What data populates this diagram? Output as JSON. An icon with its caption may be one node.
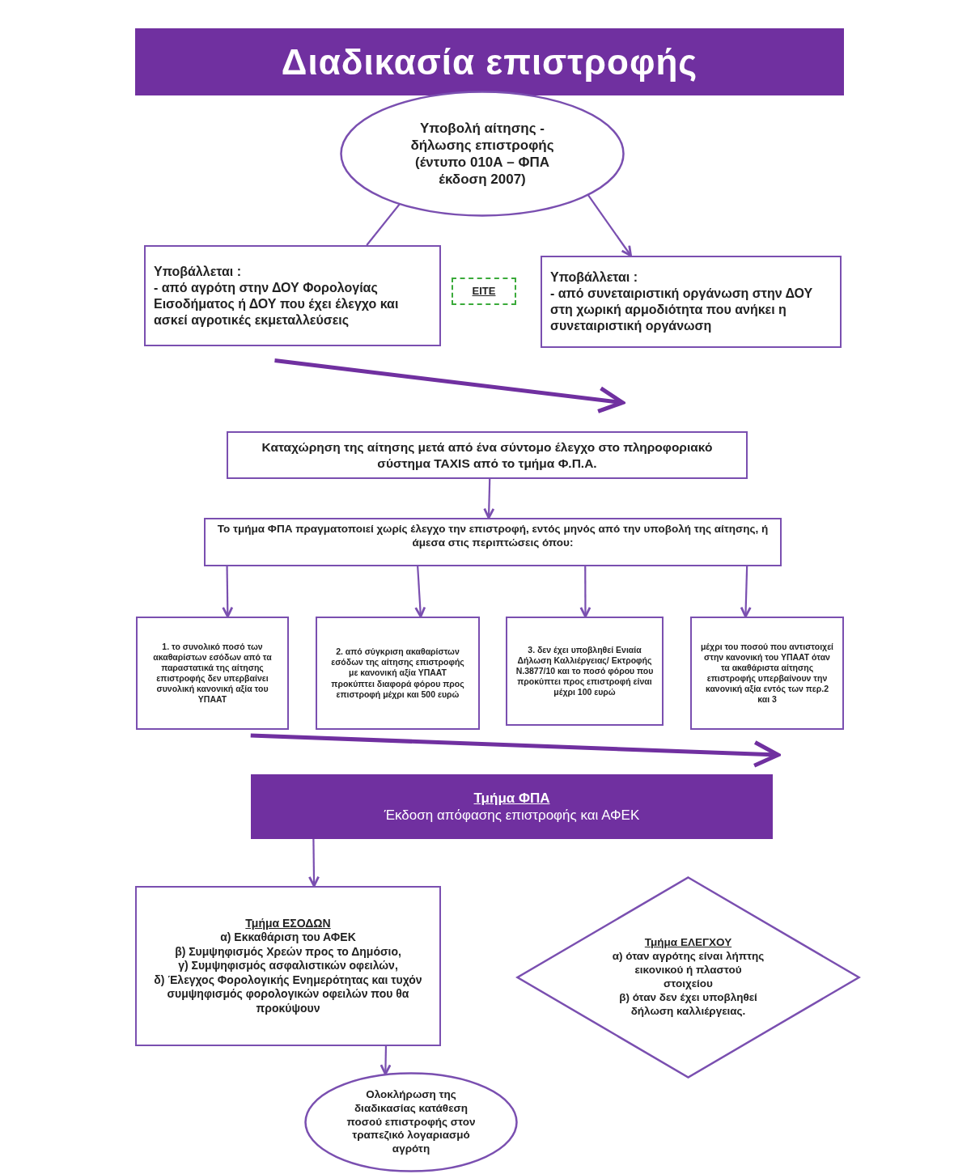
{
  "diagram": {
    "title": "Διαδικασία επιστροφής",
    "nodes": [
      {
        "text": [
          "Υποβολή αίτησης - δήλωσης επιστροφής (έντυπο 010Α – ΦΠΑ έκδοση 2007)"
        ]
      },
      {
        "text": [
          "Υποβάλλεται :",
          "- από αγρότη στην ΔΟΥ Φορολογίας Εισοδήματος ή ΔΟΥ που έχει έλεγχο και ασκεί αγροτικές εκμεταλλεύσεις"
        ]
      },
      {
        "text": [
          "ΕΙΤΕ"
        ]
      },
      {
        "text": [
          "Υποβάλλεται :",
          "- από συνεταιριστική οργάνωση στην ΔΟΥ στη χωρική αρμοδιότητα που ανήκει η συνεταιριστική οργάνωση"
        ]
      },
      {
        "text": [
          "Καταχώρηση της αίτησης μετά από ένα σύντομο έλεγχο στο πληροφοριακό σύστημα TAXIS από το τμήμα Φ.Π.Α."
        ]
      },
      {
        "text": [
          "Το τμήμα ΦΠΑ πραγματοποιεί χωρίς έλεγχο την επιστροφή, εντός μηνός από την υποβολή της αίτησης, ή άμεσα στις περιπτώσεις όπου:"
        ]
      },
      {
        "text": [
          "1. το συνολικό ποσό των ακαθαρίστων εσόδων από τα παραστατικά της αίτησης επιστροφής δεν υπερβαίνει συνολική κανονική αξία του ΥΠΑΑΤ"
        ]
      },
      {
        "text": [
          "2. από σύγκριση ακαθαρίστων εσόδων της αίτησης επιστροφής με κανονική αξία ΥΠΑΑΤ προκύπτει διαφορά φόρου προς επιστροφή μέχρι και 500 ευρώ"
        ]
      },
      {
        "text": [
          "3. δεν έχει υποβληθεί Ενιαία Δήλωση Καλλιέργειας/ Εκτροφής Ν.3877/10 και το ποσό φόρου που προκύπτει προς επιστροφή είναι μέχρι 100 ευρώ"
        ]
      },
      {
        "text": [
          "μέχρι του ποσού που αντιστοιχεί στην κανονική του ΥΠΑΑΤ όταν τα ακαθάριστα αίτησης επιστροφής υπερβαίνουν την κανονική αξία εντός των περ.2 και 3"
        ]
      },
      {
        "text": [
          "Τμήμα ΦΠΑ",
          "Έκδοση απόφασης επιστροφής και ΑΦΕΚ"
        ]
      },
      {
        "text": [
          "Τμήμα ΕΣΟΔΩΝ",
          "α) Εκκαθάριση του ΑΦΕΚ",
          "β) Συμψηφισμός Χρεών προς το Δημόσιο,",
          "γ) Συμψηφισμός ασφαλιστικών οφειλών,",
          "δ) Έλεγχος Φορολογικής Ενημερότητας και τυχόν συμψηφισμός φορολογικών οφειλών που θα προκύψουν"
        ]
      },
      {
        "text": [
          "Τμήμα ΕΛΕΓΧΟΥ",
          "α) όταν αγρότης είναι λήπτης εικονικού ή πλαστού στοιχείου",
          "β) όταν δεν έχει υποβληθεί δήλωση καλλιέργειας."
        ]
      },
      {
        "text": [
          "Ολοκλήρωση της διαδικασίας κατάθεση ποσού επιστροφής στον τραπεζικό λογαριασμό αγρότη"
        ]
      }
    ],
    "edges": [
      {
        "from": 0,
        "to": 1,
        "arrow": "none"
      },
      {
        "from": 0,
        "to": 3,
        "arrow": "to"
      },
      {
        "from": 1,
        "to": 4,
        "arrow": "to",
        "style": "thick"
      },
      {
        "from": 4,
        "to": 5,
        "arrow": "to"
      },
      {
        "from": 5,
        "to": 6,
        "arrow": "to"
      },
      {
        "from": 5,
        "to": 7,
        "arrow": "to"
      },
      {
        "from": 5,
        "to": 8,
        "arrow": "to"
      },
      {
        "from": 5,
        "to": 9,
        "arrow": "to"
      },
      {
        "from": 6,
        "to": 10,
        "arrow": "to",
        "style": "thick"
      },
      {
        "from": 10,
        "to": 11,
        "arrow": "to"
      },
      {
        "from": 11,
        "to": 13,
        "arrow": "to"
      }
    ]
  }
}
